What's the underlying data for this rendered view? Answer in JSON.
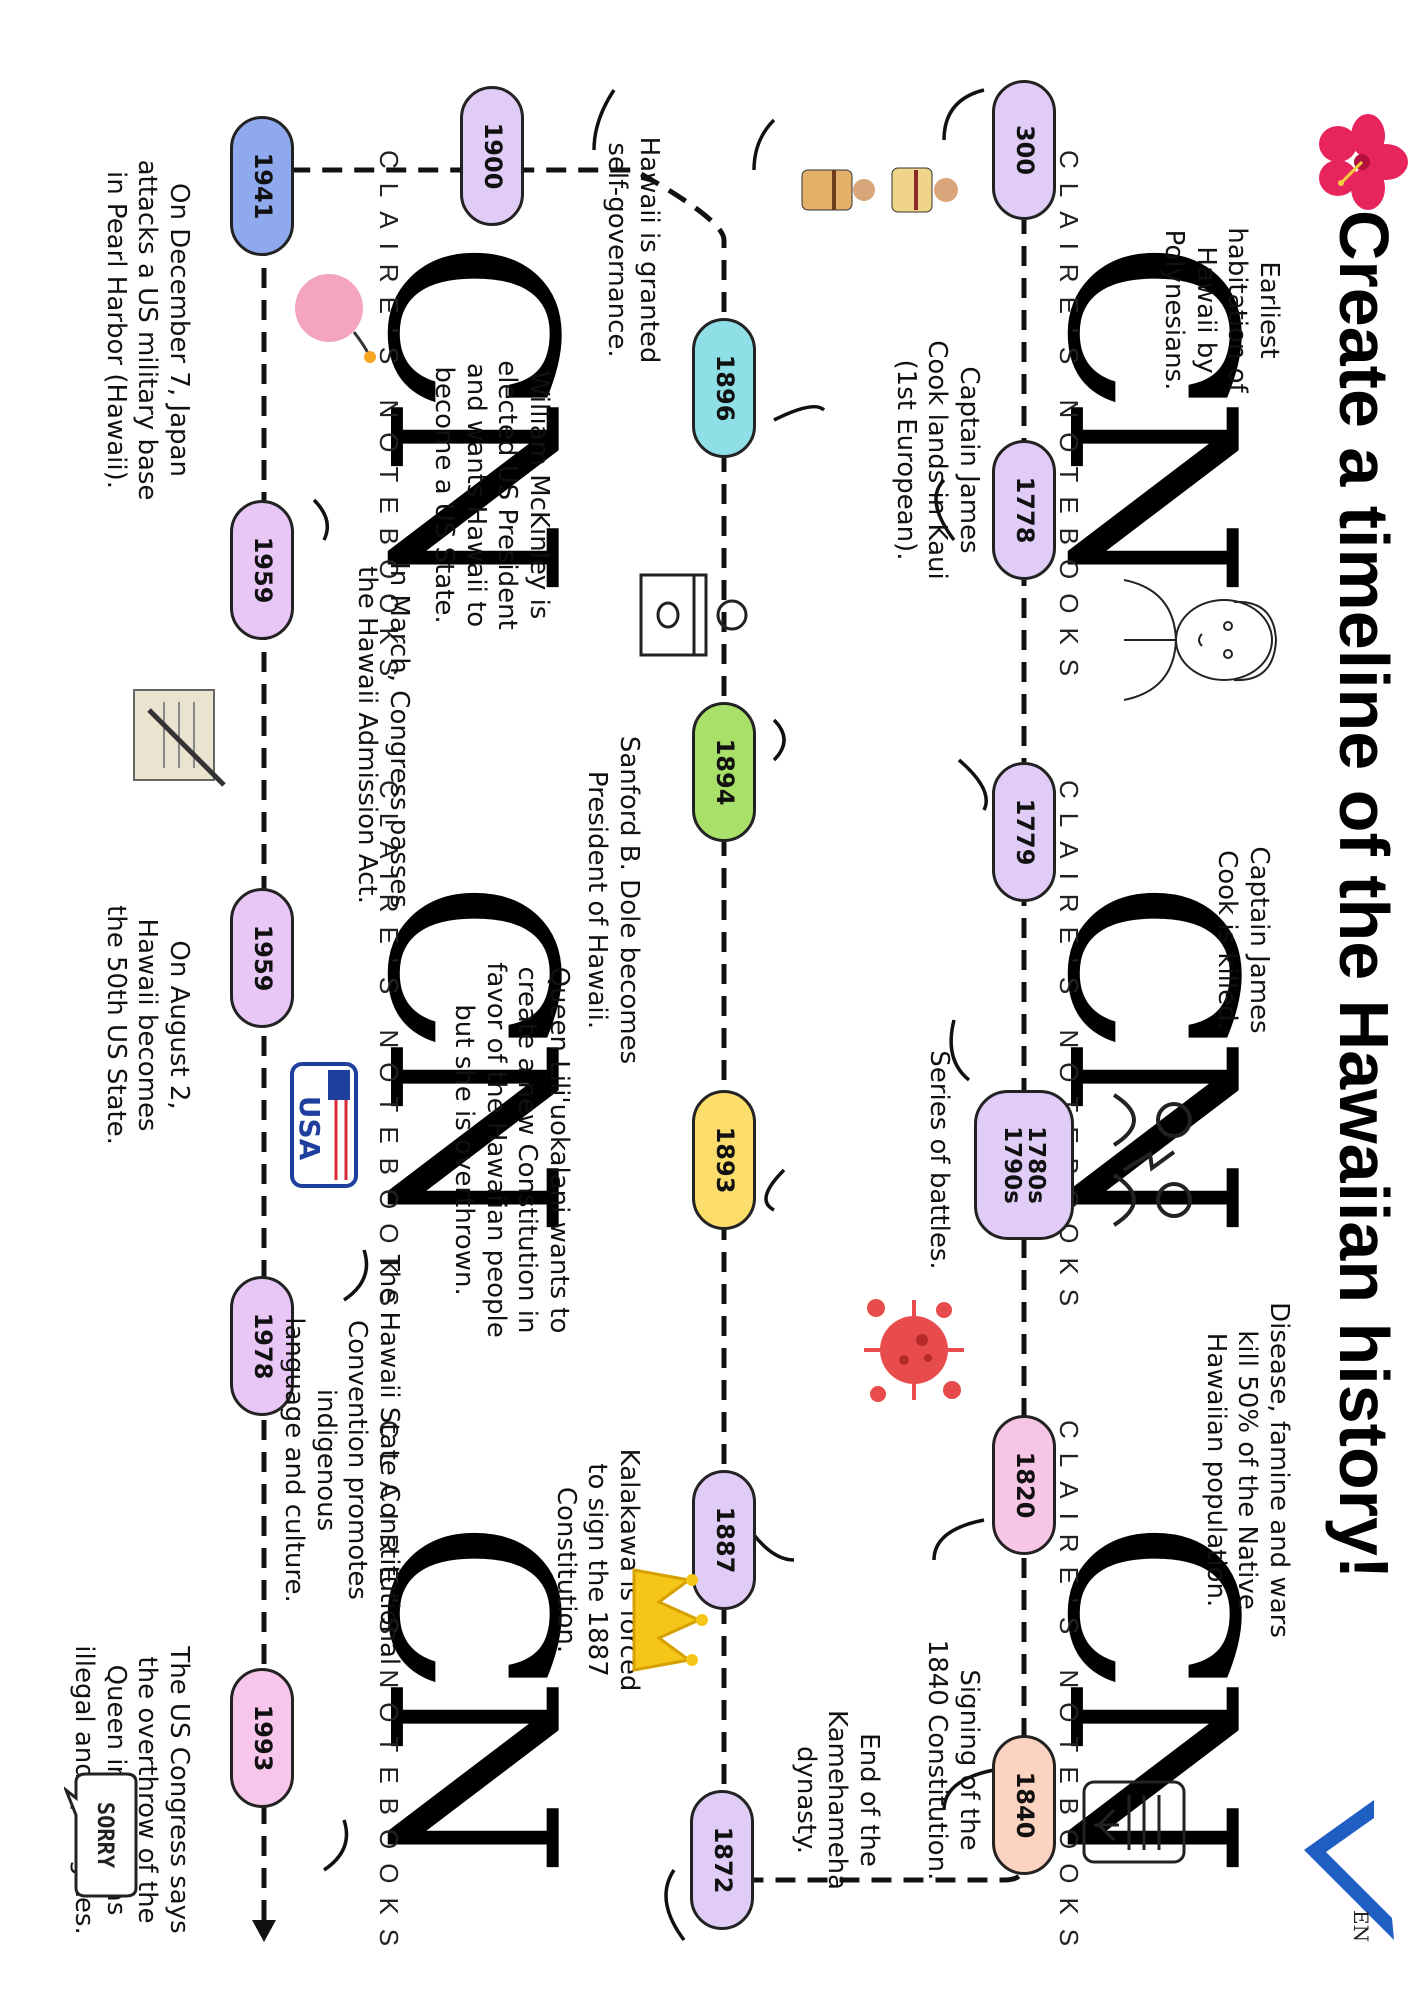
{
  "title": "Create a timeline of the Hawaiian history!",
  "brand_mark": "EN",
  "watermark": {
    "monogram": "CN",
    "text": "CLAIRE'S NOTEBOOKS"
  },
  "events": [
    {
      "year": "300",
      "text": "Earliest\nhabitation of\nHawaii by\nPolynesians.",
      "color": "#e0ccf7",
      "icon": "polynesian-couple-icon"
    },
    {
      "year": "1778",
      "text": "Captain James\nCook lands in Kaui\n(1st European).",
      "color": "#e0ccf7",
      "icon": "captain-cook-portrait-icon"
    },
    {
      "year": "1779",
      "text": "Captain James\nCook is killed.",
      "color": "#e0ccf7",
      "icon": ""
    },
    {
      "year": "1780s\n1790s",
      "text": "Series of battles.",
      "color": "#e0ccf7",
      "icon": "battle-icon"
    },
    {
      "year": "1820",
      "text": "Disease, famine and wars\nkill 50% of the Native\nHawaiian population.",
      "color": "#f7c6e6",
      "icon": "virus-icon"
    },
    {
      "year": "1840",
      "text": "Signing of the\n1840 Constitution.",
      "color": "#fbd3c0",
      "icon": "constitution-scroll-icon"
    },
    {
      "year": "1872",
      "text": "End of the\nKamehameha\ndynasty.",
      "color": "#e0ccf7",
      "icon": "crown-icon"
    },
    {
      "year": "1887",
      "text": "Kalakawa is forced\nto sign the 1887\nConstitution.",
      "color": "#e0ccf7",
      "icon": ""
    },
    {
      "year": "1893",
      "text": "Queen Lili'uokalani wants to\ncreate a new Constitution in\nfavor of the Hawaiian people\nbut she is overthrown.",
      "color": "#fcdd6b",
      "icon": ""
    },
    {
      "year": "1894",
      "text": "Sanford B. Dole becomes\nPresident of Hawaii.",
      "color": "#a8e06a",
      "icon": ""
    },
    {
      "year": "1896",
      "text": "William McKinley is\nelected US President\nand wants Hawaii to\nbecome a US State.",
      "color": "#8ee0e6",
      "icon": "podium-speaker-icon"
    },
    {
      "year": "1900",
      "text": "Hawaii is granted\nself-governance.",
      "color": "#e0ccf7",
      "icon": ""
    },
    {
      "year": "1941",
      "text": "On December 7, Japan\nattacks a US military base\nin Pearl Harbor (Hawaii).",
      "color": "#8ea9ee",
      "icon": "bomb-icon"
    },
    {
      "year": "1959",
      "text": "In March, Congress passes\nthe Hawaii Admission Act.",
      "color": "#e8c7f7",
      "icon": "quill-document-icon"
    },
    {
      "year": "1959",
      "text": "On August 2,\nHawaii becomes\nthe 50th US State.",
      "color": "#e8c7f7",
      "icon": "usa-badge-icon"
    },
    {
      "year": "1978",
      "text": "The Hawaii State Constitutional\nConvention promotes indigenous\nlanguage and culture.",
      "color": "#e8c7f7",
      "icon": ""
    },
    {
      "year": "1993",
      "text": "The US Congress says\nthe overthrow of the\nQueen in 1893 was\nillegal and apologizes.",
      "color": "#f7c6ea",
      "icon": "sorry-bubble-icon"
    }
  ],
  "usa_badge_text": "USA",
  "sorry_text": "SORRY"
}
